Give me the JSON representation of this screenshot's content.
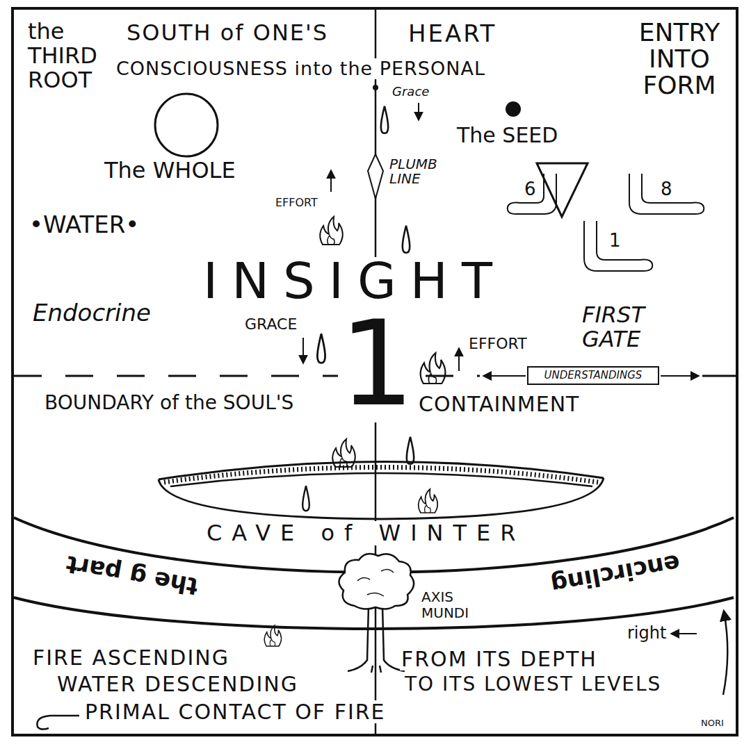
{
  "diagram": {
    "nodes": [
      {
        "text": [
          "UNDERSTANDINGS"
        ]
      }
    ],
    "labels": [
      "the THIRD ROOT",
      "SOUTH of ONE'S",
      "HEART",
      "ENTRY INTO FORM",
      "CONSCIOUSNESS into the PERSONAL",
      "Grace",
      "The SEED",
      "The WHOLE",
      "PLUMB LINE",
      "EFFORT",
      "6",
      "8",
      "•WATER•",
      "1",
      "INSIGHT",
      "Endocrine",
      "GRACE",
      "FIRST GATE",
      "EFFORT",
      "1",
      "BOUNDARY of the SOUL'S",
      "CONTAINMENT",
      "CAVE of WINTER",
      "the g part",
      "encircling",
      "AXIS MUNDI",
      "right",
      "FIRE ASCENDING",
      "FROM ITS DEPTH",
      "WATER DESCENDING",
      "TO ITS LOWEST LEVELS",
      "PRIMAL CONTACT OF FIRE",
      "NORI"
    ]
  }
}
